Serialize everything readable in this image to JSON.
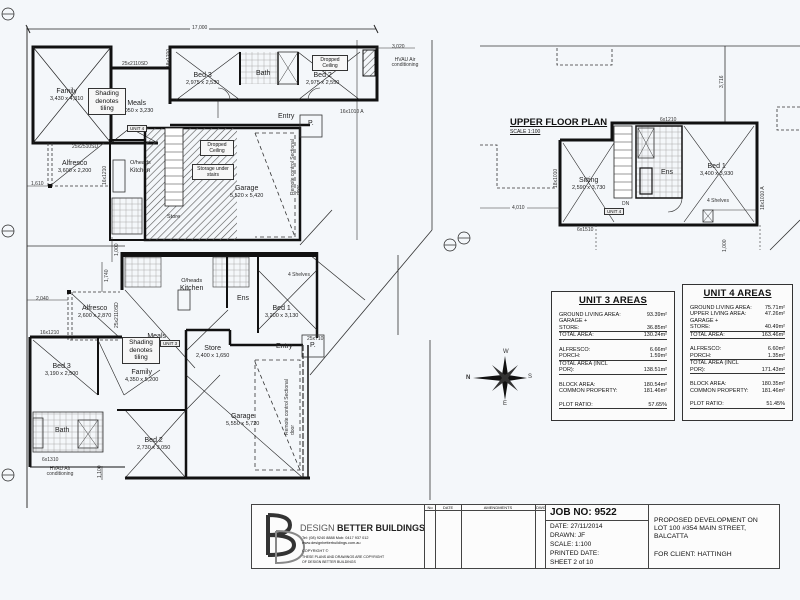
{
  "sheet": {
    "overall_dimension": "17,000",
    "right_offset_dimension": "3,020",
    "left_offset_1": "1,610",
    "left_offset_2": "2,040",
    "vertical_dim_1": "1,740",
    "vertical_dim_2": "1,000",
    "vertical_dim_3": "1,100",
    "upper_right_dimension": "3,716",
    "upper_left_dimension": "4,010",
    "upper_bottom_dimension": "1,000"
  },
  "unit3_plan": {
    "tag": "UNIT 4",
    "rooms": [
      {
        "name": "Family",
        "size": "3,430 x 4,310"
      },
      {
        "name": "Meals",
        "size": "3,050 x 3,230"
      },
      {
        "name": "Alfresco",
        "size": "3,600 x 2,200"
      },
      {
        "name": "Bed 3",
        "size": "2,975 x 2,530"
      },
      {
        "name": "Bed 2",
        "size": "2,975 x 2,550"
      },
      {
        "name": "Bath",
        "size": ""
      },
      {
        "name": "Kitchen",
        "size": ""
      },
      {
        "name": "Garage",
        "size": "5,520 x 5,420"
      },
      {
        "name": "Store",
        "size": ""
      },
      {
        "name": "Entry",
        "size": ""
      }
    ],
    "notes": {
      "shading": "Shading denotes tiling",
      "dropped_ceiling_1": "Dropped Ceiling",
      "dropped_ceiling_2": "Dropped Ceiling",
      "storage": "Storage under stairs",
      "hvac": "HVAU Air conditioning",
      "garage_door": "Remote control Sectional door",
      "oheads": "O/heads",
      "p": "P."
    },
    "windows": {
      "w1": "25x2110SD",
      "w2": "25x2510SD",
      "w3": "18x1210",
      "w4": "16x1210",
      "w5": "16x1010 A"
    }
  },
  "unit4_plan": {
    "tag": "UNIT 3",
    "rooms": [
      {
        "name": "Meals",
        "size": "3,030 x 2,810"
      },
      {
        "name": "Alfresco",
        "size": "2,600 x 2,870"
      },
      {
        "name": "Kitchen",
        "size": ""
      },
      {
        "name": "Ens",
        "size": ""
      },
      {
        "name": "Bed 1",
        "size": "3,200 x 3,130"
      },
      {
        "name": "Store",
        "size": "2,400 x 1,650"
      },
      {
        "name": "Entry",
        "size": ""
      },
      {
        "name": "Family",
        "size": "4,350 x 5,200"
      },
      {
        "name": "Bed 3",
        "size": "3,190 x 2,500"
      },
      {
        "name": "Bath",
        "size": ""
      },
      {
        "name": "Bed 2",
        "size": "2,730 x 3,050"
      },
      {
        "name": "Garage",
        "size": "5,550 x 5,720"
      }
    ],
    "notes": {
      "shading": "Shading denotes tiling",
      "shelves": "4 Shelves",
      "hvac": "HVAU Air conditioning",
      "garage_door": "Remote control Sectional door",
      "oheads": "O/heads",
      "p": "P."
    },
    "windows": {
      "w1": "16x1210",
      "w2": "6x1310",
      "w3": "25x710",
      "w4": "25x2110SD"
    }
  },
  "upper_floor": {
    "title": "UPPER FLOOR PLAN",
    "scale": "SCALE 1:100",
    "tag": "UNIT 4",
    "rooms": [
      {
        "name": "Sitting",
        "size": "2,590 x 3,730"
      },
      {
        "name": "Bed 1",
        "size": "3,400 x 3,930"
      },
      {
        "name": "Ens",
        "size": ""
      }
    ],
    "notes": {
      "shelves": "4 Shelves",
      "dn": "DN"
    },
    "windows": {
      "top": "6x1210",
      "bottom": "6x1510",
      "left": "18x1010",
      "right": "18x1010 A"
    }
  },
  "unit3_areas": {
    "title": "UNIT 3 AREAS",
    "rows": [
      {
        "label": "GROUND LIVING AREA:",
        "value": "93.39m²"
      },
      {
        "label": "GARAGE +",
        "value": ""
      },
      {
        "label": "STORE:",
        "value": "36.85m²"
      },
      {
        "label": "TOTAL AREA:",
        "value": "130.24m²"
      },
      {
        "label": "ALFRESCO:",
        "value": "6.66m²"
      },
      {
        "label": "PORCH:",
        "value": "1.59m²"
      },
      {
        "label": "TOTAL AREA (INCL",
        "value": ""
      },
      {
        "label": "POR):",
        "value": "138.51m²"
      },
      {
        "label": "BLOCK AREA:",
        "value": "180.54m²"
      },
      {
        "label": "COMMON PROPERTY:",
        "value": "181.46m²"
      },
      {
        "label": "PLOT RATIO:",
        "value": "57.65%"
      }
    ]
  },
  "unit4_areas": {
    "title": "UNIT 4 AREAS",
    "rows": [
      {
        "label": "GROUND LIVING AREA:",
        "value": "75.71m²"
      },
      {
        "label": "UPPER LIVING AREA:",
        "value": "47.26m²"
      },
      {
        "label": "GARAGE +",
        "value": ""
      },
      {
        "label": "STORE:",
        "value": "40.49m²"
      },
      {
        "label": "TOTAL AREA:",
        "value": "163.46m²"
      },
      {
        "label": "ALFRESCO:",
        "value": "6.60m²"
      },
      {
        "label": "PORCH:",
        "value": "1.35m²"
      },
      {
        "label": "TOTAL AREA (INCL",
        "value": ""
      },
      {
        "label": "POR):",
        "value": "171.43m²"
      },
      {
        "label": "BLOCK AREA:",
        "value": "180.35m²"
      },
      {
        "label": "COMMON PROPERTY:",
        "value": "181.46m²"
      },
      {
        "label": "PLOT RATIO:",
        "value": "51.45%"
      }
    ]
  },
  "compass": {
    "n": "N",
    "s": "S",
    "e": "E",
    "w": "W"
  },
  "title_block": {
    "company": "DESIGN BETTER BUILDINGS",
    "company_light": "DESIGN ",
    "company_bold": "BETTER BUILDINGS",
    "tel": "Tel: (08) 9240 8888 Mob: 0417 937 012",
    "web": "www.designbetterbuildings.com.au",
    "copyright": "COPYRIGHT ©",
    "copyright_note_1": "THESE PLANS AND DRAWINGS ARE COPYRIGHT",
    "copyright_note_2": "OF DESIGN BETTER BUILDINGS",
    "amend_headers": [
      "No",
      "DATE",
      "AMENDMENTS",
      "DWG"
    ],
    "job_no": "JOB NO: 9522",
    "date": "DATE: 27/11/2014",
    "drawn": "DRAWN: JF",
    "scale": "SCALE: 1:100",
    "printed_date": "PRINTED DATE:",
    "sheet": "SHEET 2 of 10",
    "project_1": "PROPOSED DEVELOPMENT ON",
    "project_2": "LOT 100 #354 MAIN STREET,",
    "project_3": "BALCATTA",
    "client": "FOR CLIENT: HATTINGH"
  }
}
